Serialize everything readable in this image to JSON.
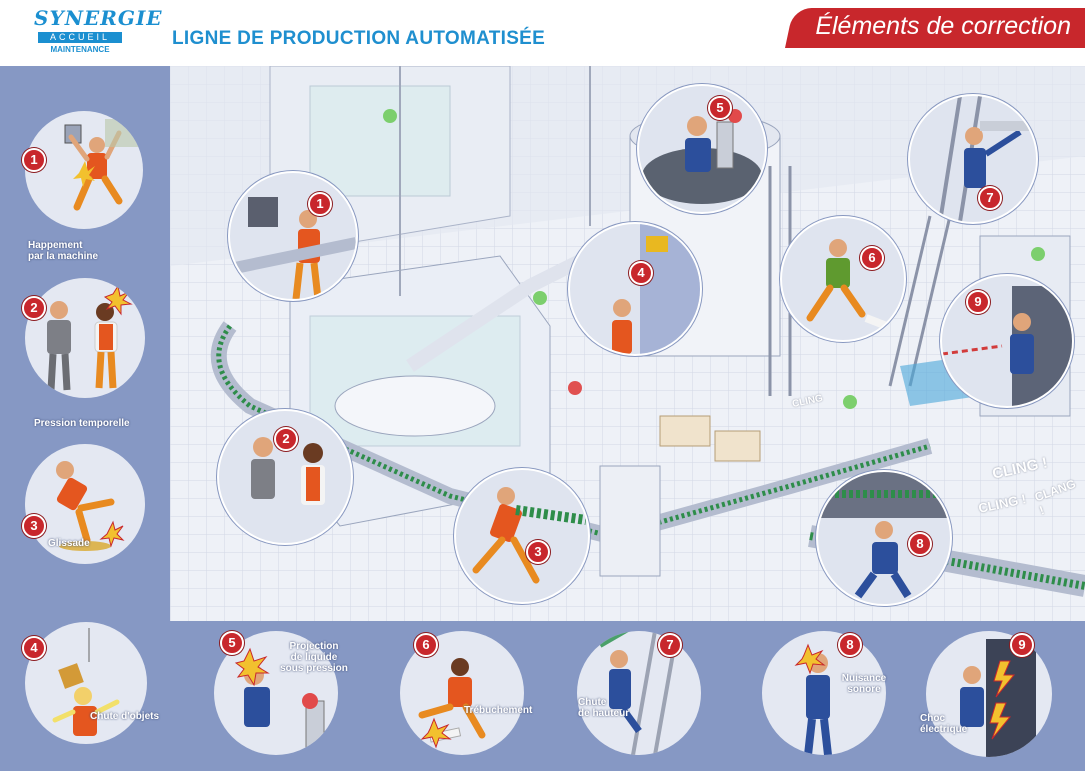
{
  "header": {
    "logo_word": "SYNERGIE",
    "logo_bar": "ACCUEIL",
    "logo_sub": "MAINTENANCE",
    "title": "LIGNE DE PRODUCTION AUTOMATISÉE",
    "banner": "Éléments de correction"
  },
  "scene_texts": {
    "cling1": "CLING !",
    "cling2": "CLING !",
    "clang": "CLANG !",
    "small_cling": "CLING"
  },
  "left_hazards": [
    {
      "number": "1",
      "label_line1": "Happement",
      "label_line2": "par la machine"
    },
    {
      "number": "2",
      "label_line1": "Pression temporelle",
      "label_line2": ""
    },
    {
      "number": "3",
      "label_line1": "Glissade",
      "label_line2": ""
    },
    {
      "number": "4",
      "label_line1": "Chute d'objets",
      "label_line2": ""
    }
  ],
  "bottom_hazards": [
    {
      "number": "5",
      "label": "Projection de liquide sous pression",
      "l1": "Projection",
      "l2": "de liquide",
      "l3": "sous pression"
    },
    {
      "number": "6",
      "label": "Trébuchement"
    },
    {
      "number": "7",
      "l1": "Chute",
      "l2": "de hauteur"
    },
    {
      "number": "8",
      "l1": "Nuisance",
      "l2": "sonore"
    },
    {
      "number": "9",
      "l1": "Choc",
      "l2": "électrique"
    }
  ],
  "scene_markers": [
    "1",
    "2",
    "3",
    "4",
    "5",
    "6",
    "7",
    "8",
    "9"
  ],
  "colors": {
    "accent_blue": "#1f8fcf",
    "banner_red": "#c8272c",
    "panel": "#8698c4",
    "marker": "#c8272c"
  }
}
